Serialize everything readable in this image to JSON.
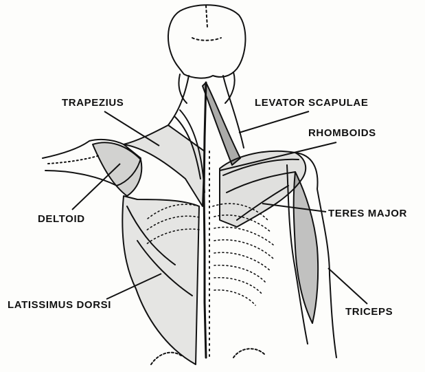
{
  "labels": {
    "trapezius": "TRAPEZIUS",
    "levator_scapulae": "LEVATOR SCAPULAE",
    "rhomboids": "RHOMBOIDS",
    "deltoid": "DELTOID",
    "teres_major": "TERES MAJOR",
    "latissimus_dorsi": "LATISSIMUS DORSI",
    "triceps": "TRICEPS"
  },
  "colors": {
    "ink": "#111111",
    "paper": "#fdfdfb"
  }
}
